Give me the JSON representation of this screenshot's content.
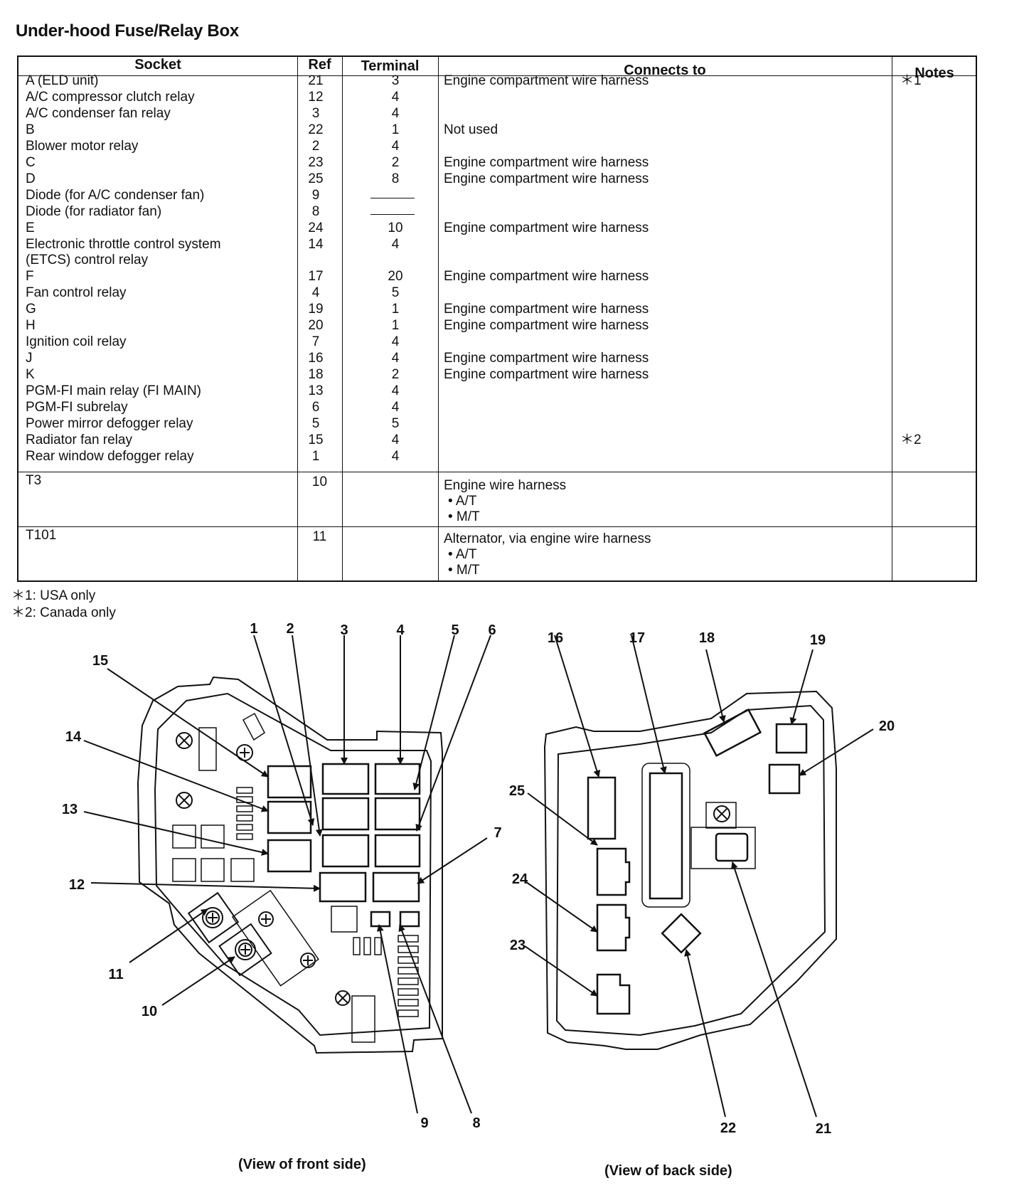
{
  "title": "Under-hood Fuse/Relay Box",
  "table": {
    "headers": {
      "socket": "Socket",
      "ref": "Ref",
      "terminal": "Terminal",
      "connects": "Connects to",
      "notes": "Notes"
    },
    "rows": [
      {
        "socket": "A (ELD unit)",
        "ref": "21",
        "terminal": "3",
        "connects": "Engine compartment wire harness",
        "notes": "＊1"
      },
      {
        "socket": "A/C compressor clutch relay",
        "ref": "12",
        "terminal": "4",
        "connects": "",
        "notes": ""
      },
      {
        "socket": "A/C condenser fan relay",
        "ref": "3",
        "terminal": "4",
        "connects": "",
        "notes": ""
      },
      {
        "socket": "B",
        "ref": "22",
        "terminal": "1",
        "connects": "Not used",
        "notes": ""
      },
      {
        "socket": "Blower motor relay",
        "ref": "2",
        "terminal": "4",
        "connects": "",
        "notes": ""
      },
      {
        "socket": "C",
        "ref": "23",
        "terminal": "2",
        "connects": "Engine compartment wire harness",
        "notes": ""
      },
      {
        "socket": "D",
        "ref": "25",
        "terminal": "8",
        "connects": "Engine compartment wire harness",
        "notes": ""
      },
      {
        "socket": "Diode (for A/C condenser fan)",
        "ref": "9",
        "terminal": "",
        "connects": "",
        "notes": ""
      },
      {
        "socket": "Diode (for radiator fan)",
        "ref": "8",
        "terminal": "",
        "connects": "",
        "notes": ""
      },
      {
        "socket": "E",
        "ref": "24",
        "terminal": "10",
        "connects": "Engine compartment wire harness",
        "notes": ""
      },
      {
        "socket": "Electronic throttle control system",
        "ref": "14",
        "terminal": "4",
        "connects": "",
        "notes": ""
      },
      {
        "socket": "(ETCS) control relay",
        "ref": "",
        "terminal": "",
        "connects": "",
        "notes": ""
      },
      {
        "socket": "F",
        "ref": "17",
        "terminal": "20",
        "connects": "Engine compartment wire harness",
        "notes": ""
      },
      {
        "socket": "Fan control relay",
        "ref": "4",
        "terminal": "5",
        "connects": "",
        "notes": ""
      },
      {
        "socket": "G",
        "ref": "19",
        "terminal": "1",
        "connects": "Engine compartment wire harness",
        "notes": ""
      },
      {
        "socket": "H",
        "ref": "20",
        "terminal": "1",
        "connects": "Engine compartment wire harness",
        "notes": ""
      },
      {
        "socket": "Ignition coil relay",
        "ref": "7",
        "terminal": "4",
        "connects": "",
        "notes": ""
      },
      {
        "socket": "J",
        "ref": "16",
        "terminal": "4",
        "connects": "Engine compartment wire harness",
        "notes": ""
      },
      {
        "socket": "K",
        "ref": "18",
        "terminal": "2",
        "connects": "Engine compartment wire harness",
        "notes": ""
      },
      {
        "socket": "PGM-FI main relay (FI MAIN)",
        "ref": "13",
        "terminal": "4",
        "connects": "",
        "notes": ""
      },
      {
        "socket": "PGM-FI subrelay",
        "ref": "6",
        "terminal": "4",
        "connects": "",
        "notes": ""
      },
      {
        "socket": "Power mirror defogger relay",
        "ref": "5",
        "terminal": "5",
        "connects": "",
        "notes": ""
      },
      {
        "socket": "Radiator fan relay",
        "ref": "15",
        "terminal": "4",
        "connects": "",
        "notes": "＊2"
      },
      {
        "socket": "Rear window defogger relay",
        "ref": "1",
        "terminal": "4",
        "connects": "",
        "notes": ""
      }
    ],
    "t3": {
      "socket": "T3",
      "ref": "10",
      "connects": "Engine wire harness",
      "sub1": "• A/T",
      "sub2": "• M/T"
    },
    "t101": {
      "socket": "T101",
      "ref": "11",
      "connects": "Alternator, via engine wire harness",
      "sub1": "• A/T",
      "sub2": "• M/T"
    }
  },
  "footnotes": [
    "＊1: USA only",
    "＊2: Canada only"
  ],
  "diagram": {
    "front_caption": "(View of front side)",
    "back_caption": "(View of back side)",
    "callouts": [
      "1",
      "2",
      "3",
      "4",
      "5",
      "6",
      "7",
      "8",
      "9",
      "10",
      "11",
      "12",
      "13",
      "14",
      "15",
      "16",
      "17",
      "18",
      "19",
      "20",
      "21",
      "22",
      "23",
      "24",
      "25"
    ]
  }
}
